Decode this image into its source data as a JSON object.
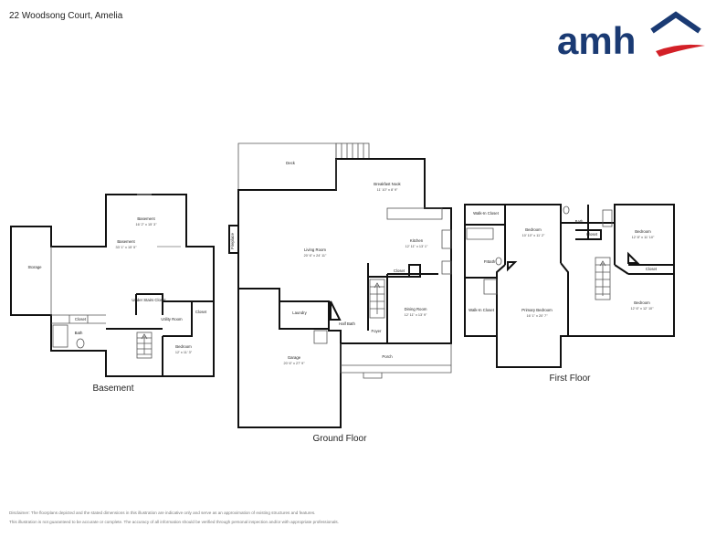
{
  "header": {
    "address": "22 Woodsong Court, Amelia"
  },
  "logo": {
    "text": "amh",
    "brand_color": "#1a3a73",
    "accent_color": "#d32027"
  },
  "floors": {
    "basement": {
      "label": "Basement",
      "rooms": {
        "basement_upper": {
          "name": "Basement",
          "dim": "16' 2\" x 15' 3\""
        },
        "basement_main": {
          "name": "Basement",
          "dim": "33' 1\" x 15' 5\""
        },
        "storage": {
          "name": "Storage"
        },
        "under_stairs": {
          "name": "Under Stairs Closet"
        },
        "utility": {
          "name": "Utility Room"
        },
        "closet_right": {
          "name": "Closet"
        },
        "closet_bath": {
          "name": "Closet"
        },
        "bath": {
          "name": "Bath"
        },
        "bedroom": {
          "name": "Bedroom",
          "dim": "12' x 11' 3\""
        }
      }
    },
    "ground": {
      "label": "Ground Floor",
      "rooms": {
        "deck": {
          "name": "Deck"
        },
        "breakfast": {
          "name": "Breakfast Nook",
          "dim": "11' 10\" x 8' 9\""
        },
        "fireplace": {
          "name": "Fireplace"
        },
        "living": {
          "name": "Living Room",
          "dim": "20' 6\" x 24' 11\""
        },
        "kitchen": {
          "name": "Kitchen",
          "dim": "12' 11\" x 13' 1\""
        },
        "closet": {
          "name": "Closet"
        },
        "laundry": {
          "name": "Laundry"
        },
        "dining": {
          "name": "Dining Room",
          "dim": "12' 11\" x 13' 9\""
        },
        "half_bath": {
          "name": "Half Bath"
        },
        "foyer": {
          "name": "Foyer"
        },
        "garage": {
          "name": "Garage",
          "dim": "20' 6\" x 27' 9\""
        },
        "porch": {
          "name": "Porch"
        }
      }
    },
    "first": {
      "label": "First Floor",
      "rooms": {
        "walkin_top": {
          "name": "Walk-In Closet"
        },
        "bedroom_top": {
          "name": "Bedroom",
          "dim": "10' 10\" x 11' 2\""
        },
        "bath_top": {
          "name": "Bath"
        },
        "closet_small": {
          "name": "Closet"
        },
        "bedroom_right": {
          "name": "Bedroom",
          "dim": "12' 8\" x 11' 10\""
        },
        "pbath": {
          "name": "P.Bath"
        },
        "closet_right": {
          "name": "Closet"
        },
        "walkin_left": {
          "name": "Walk-In Closet"
        },
        "primary": {
          "name": "Primary Bedroom",
          "dim": "16' 1\" x 20' 7\""
        },
        "bedroom_lower": {
          "name": "Bedroom",
          "dim": "12' 6\" x 12' 10\""
        }
      }
    }
  },
  "disclaimer": {
    "line1": "Disclaimer: The floorplans depicted and the stated dimensions in this illustration are indicative only and serve as an approximation of existing structures and features.",
    "line2": "This illustration is not guaranteed to be accurate or complete. The accuracy of all information should be verified through personal inspection and/or with appropriate professionals."
  }
}
